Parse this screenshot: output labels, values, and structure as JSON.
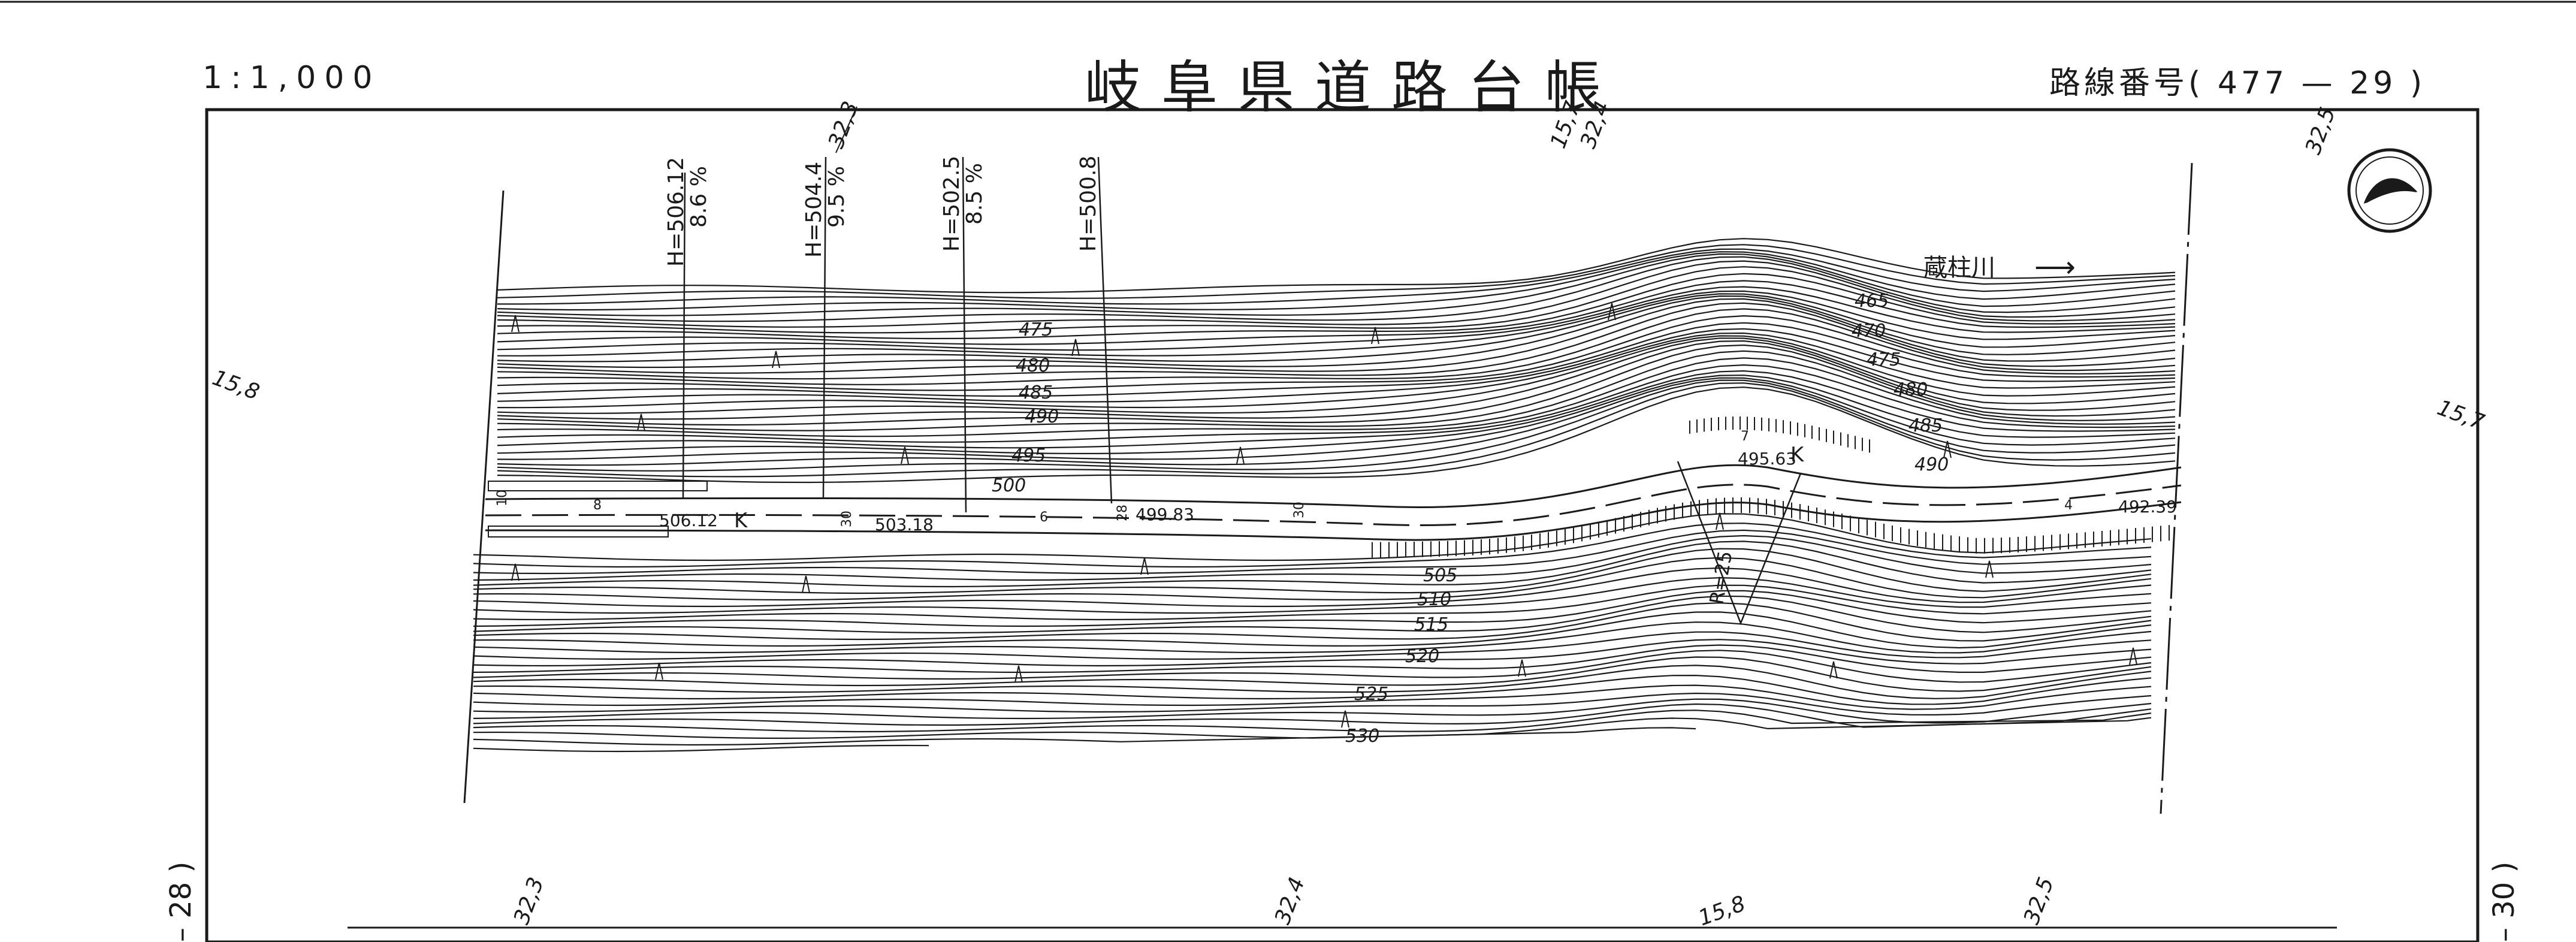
{
  "header": {
    "scale": "1:1,000",
    "title": "岐阜県道路台帳",
    "route_label": "路線番号(",
    "route_number": "477 — 29",
    "route_close": ")"
  },
  "sheet_refs": {
    "prev": "– 28 )",
    "next": "– 30 )"
  },
  "top_marks": [
    "32,3",
    "15,7",
    "32,4",
    "32,5"
  ],
  "side_marks": {
    "left": "15,8",
    "right": "15,7"
  },
  "bottom_marks": [
    "32,3",
    "32,4",
    "15,8",
    "32,5"
  ],
  "profile_labels": [
    {
      "h": "H=506.12",
      "grade": "8.6 %"
    },
    {
      "h": "H=504.4",
      "grade": "9.5 %"
    },
    {
      "h": "H=502.5",
      "grade": "8.5 %"
    },
    {
      "h": "H=500.8",
      "grade": ""
    }
  ],
  "river_label": "蔵柱川",
  "river_arrow": "⟶",
  "contour_labels_upper": [
    "475",
    "480",
    "485",
    "490",
    "495",
    "500"
  ],
  "contour_labels_right": [
    "465",
    "470",
    "475",
    "480",
    "485",
    "490"
  ],
  "contour_labels_lower": [
    "505",
    "510",
    "515",
    "520",
    "525",
    "530"
  ],
  "road_elevations": [
    "506.12",
    "503.18",
    "499.83",
    "495.63",
    "492.39"
  ],
  "road_marks": [
    "K",
    "K"
  ],
  "curve_label": "R=25",
  "station_marks": [
    "10",
    "8",
    "30",
    "6",
    "28",
    "30",
    "7",
    "4"
  ],
  "colors": {
    "ink": "#1a1a1a",
    "paper": "#ffffff"
  },
  "icons": [
    "north-arrow-icon"
  ]
}
